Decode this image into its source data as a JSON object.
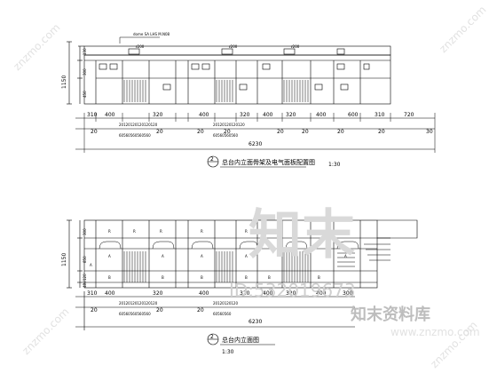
{
  "elevation_top": {
    "heights": [
      "1150",
      "130",
      "300",
      "450"
    ],
    "dims_row1": [
      "310",
      "400",
      "320",
      "400",
      "320",
      "400",
      "320",
      "400",
      "600",
      "310",
      "720"
    ],
    "dims_row2": [
      "20",
      "20",
      "20",
      "20",
      "20",
      "20",
      "20",
      "20",
      "30"
    ],
    "small_dims_a": "20120120120120120",
    "small_dims_b": "60560560560560",
    "small_dims_c": "20120120120120",
    "small_dims_d": "60560560560",
    "total_width": "6230",
    "caption_number": "2",
    "caption_text": "总台内立面骨架及电气面板配置图",
    "scale": "1:30",
    "label_tag": "dome SA  LHS  M.N08",
    "marks": [
      "ℓ200",
      "ℓ200",
      "ℓ200"
    ]
  },
  "elevation_bottom": {
    "heights": [
      "1150",
      "300",
      "850",
      "120",
      "480"
    ],
    "dims_row1": [
      "310",
      "400",
      "320",
      "400",
      "320",
      "400",
      "320",
      "400",
      "300"
    ],
    "dims_row2": [
      "20",
      "20",
      "20"
    ],
    "small_dims_a": "20120120120120120",
    "small_dims_b": "60560560560560",
    "small_dims_c": "20120120120",
    "small_dims_d": "60560560",
    "total_width": "6230",
    "caption_number": "2",
    "caption_text": "总台内立面图",
    "scale": "1:30",
    "panel_letters": [
      "R",
      "R",
      "R",
      "R",
      "R",
      "R",
      "A",
      "A",
      "A",
      "A",
      "A",
      "A",
      "B",
      "B",
      "B",
      "B",
      "B",
      "B"
    ]
  },
  "watermark": {
    "logo_text": "知末",
    "id_text": "ID:532019673",
    "site_name": "知末资料库",
    "site_url": "www.znzmo.com",
    "corner_text": "znzmo.com"
  }
}
